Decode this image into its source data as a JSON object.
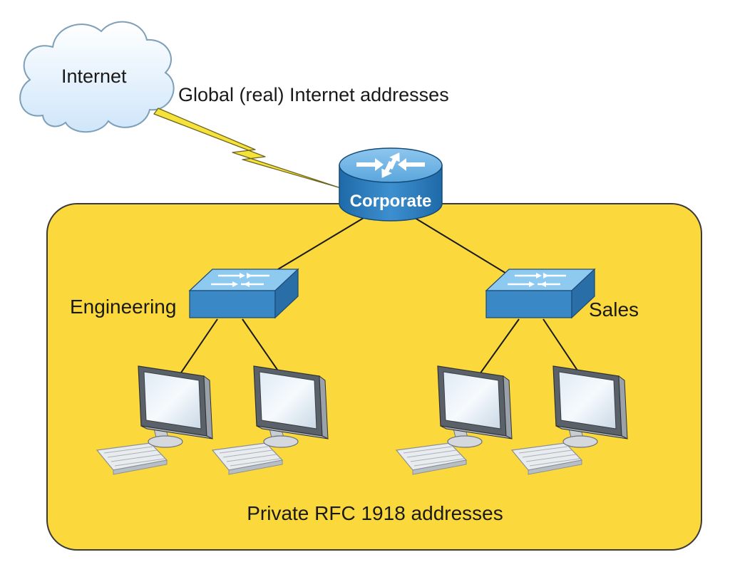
{
  "cloud": {
    "label": "Internet"
  },
  "wan_link": {
    "label": "Global (real) Internet addresses"
  },
  "router": {
    "label": "Corporate"
  },
  "switches": [
    {
      "label": "Engineering"
    },
    {
      "label": "Sales"
    }
  ],
  "private_network": {
    "label": "Private RFC 1918 addresses"
  },
  "colors": {
    "private_zone_fill": "#fbd83c",
    "device_blue": "#3a88c5",
    "cloud_fill": "#d8ecfb",
    "wan_link": "#f5e23a"
  }
}
